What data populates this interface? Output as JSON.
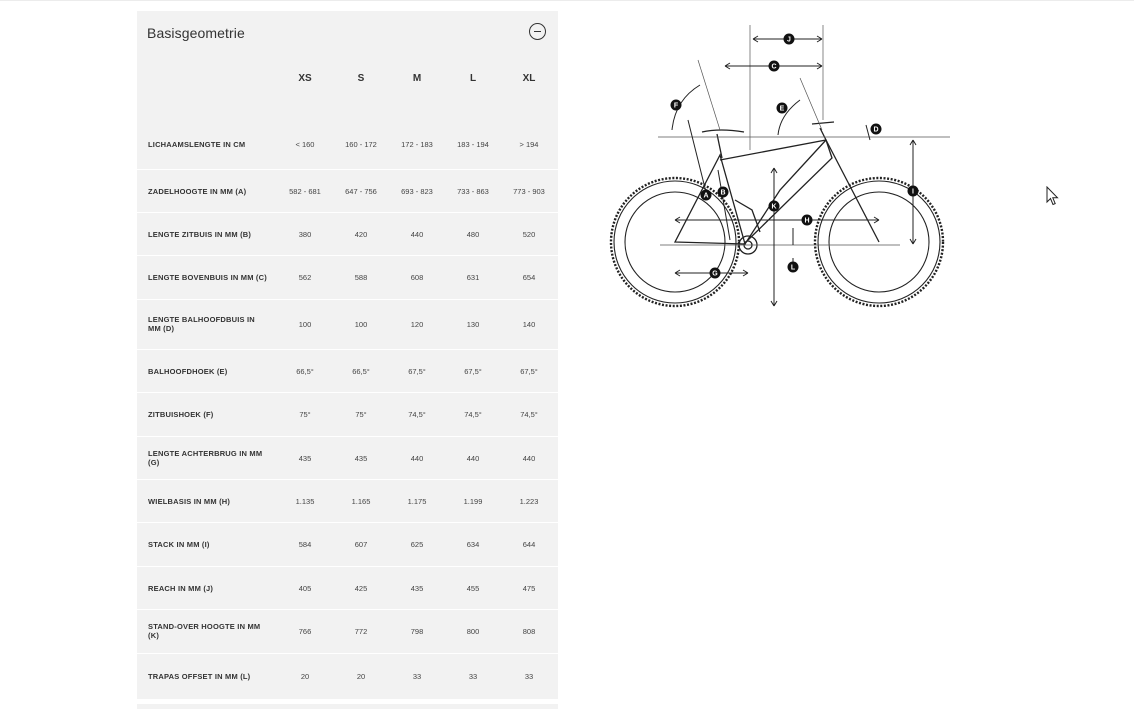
{
  "section": {
    "title": "Basisgeometrie",
    "sizes": [
      "XS",
      "S",
      "M",
      "L",
      "XL"
    ],
    "rows": [
      {
        "label": "LICHAAMSLENGTE IN CM",
        "values": [
          "< 160",
          "160 - 172",
          "172 - 183",
          "183 - 194",
          "> 194"
        ]
      },
      {
        "label": "ZADELHOOGTE IN MM (A)",
        "values": [
          "582 - 681",
          "647 - 756",
          "693 - 823",
          "733 - 863",
          "773 - 903"
        ]
      },
      {
        "label": "LENGTE ZITBUIS IN MM (B)",
        "values": [
          "380",
          "420",
          "440",
          "480",
          "520"
        ]
      },
      {
        "label": "LENGTE BOVENBUIS IN MM (C)",
        "values": [
          "562",
          "588",
          "608",
          "631",
          "654"
        ]
      },
      {
        "label": "LENGTE BALHOOFDBUIS IN MM (D)",
        "values": [
          "100",
          "100",
          "120",
          "130",
          "140"
        ]
      },
      {
        "label": "BALHOOFDHOEK (E)",
        "values": [
          "66,5°",
          "66,5°",
          "67,5°",
          "67,5°",
          "67,5°"
        ]
      },
      {
        "label": "ZITBUISHOEK (F)",
        "values": [
          "75°",
          "75°",
          "74,5°",
          "74,5°",
          "74,5°"
        ]
      },
      {
        "label": "LENGTE ACHTERBRUG IN MM (G)",
        "values": [
          "435",
          "435",
          "440",
          "440",
          "440"
        ]
      },
      {
        "label": "WIELBASIS IN MM (H)",
        "values": [
          "1.135",
          "1.165",
          "1.175",
          "1.199",
          "1.223"
        ]
      },
      {
        "label": "STACK IN MM (I)",
        "values": [
          "584",
          "607",
          "625",
          "634",
          "644"
        ]
      },
      {
        "label": "REACH IN MM (J)",
        "values": [
          "405",
          "425",
          "435",
          "455",
          "475"
        ]
      },
      {
        "label": "STAND-OVER HOOGTE IN MM (K)",
        "values": [
          "766",
          "772",
          "798",
          "800",
          "808"
        ]
      },
      {
        "label": "TRAPAS OFFSET IN MM (L)",
        "values": [
          "20",
          "20",
          "33",
          "33",
          "33"
        ]
      }
    ]
  },
  "diagram": {
    "markers": [
      "A",
      "B",
      "C",
      "D",
      "E",
      "F",
      "G",
      "H",
      "I",
      "J",
      "K",
      "L"
    ]
  },
  "colors": {
    "panel_bg": "#f2f2f2",
    "text": "#333333",
    "row_divider": "#ffffff",
    "diagram_line": "#222222"
  },
  "icons": {
    "collapse": "minus-circle-icon",
    "cursor": "mouse-pointer-icon"
  }
}
